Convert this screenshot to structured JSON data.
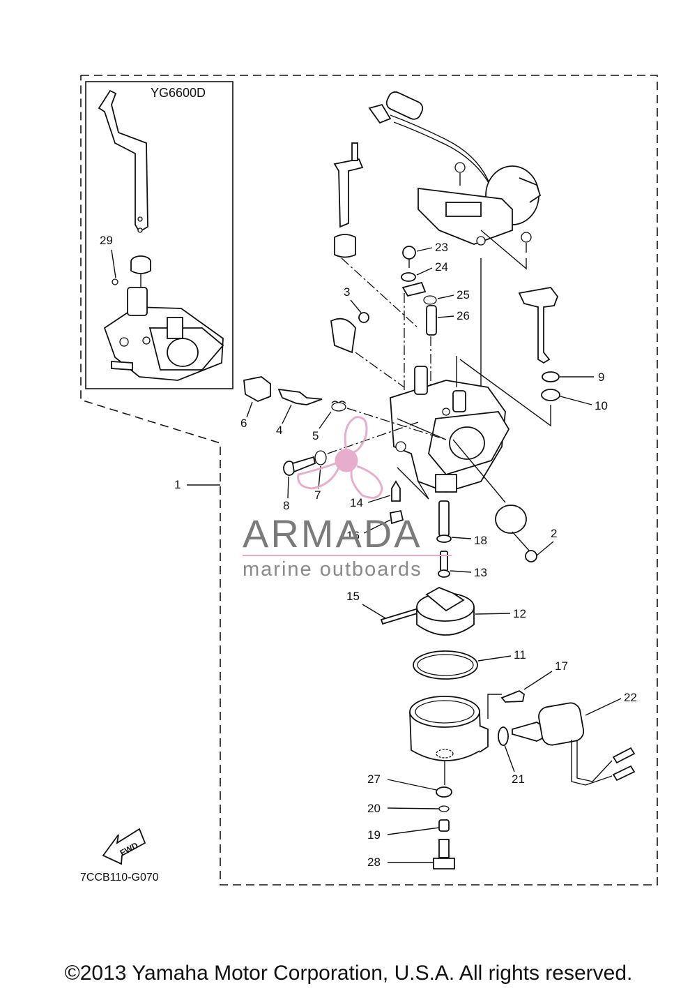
{
  "diagram": {
    "inset_label": "YG6600D",
    "drawing_code": "7CCB110-G070",
    "fwd_label": "FWD",
    "callouts": [
      "1",
      "2",
      "3",
      "4",
      "5",
      "6",
      "7",
      "8",
      "9",
      "10",
      "11",
      "12",
      "13",
      "14",
      "15",
      "16",
      "17",
      "18",
      "19",
      "20",
      "21",
      "22",
      "23",
      "24",
      "25",
      "26",
      "27",
      "28",
      "29"
    ]
  },
  "watermark": {
    "name": "ARMADA",
    "tagline": "marine outboards",
    "accent_color": "#e6a9cb",
    "text_color": "#7b7b7b"
  },
  "footer": {
    "copyright": "©2013 Yamaha Motor Corporation, U.S.A. All rights reserved."
  }
}
